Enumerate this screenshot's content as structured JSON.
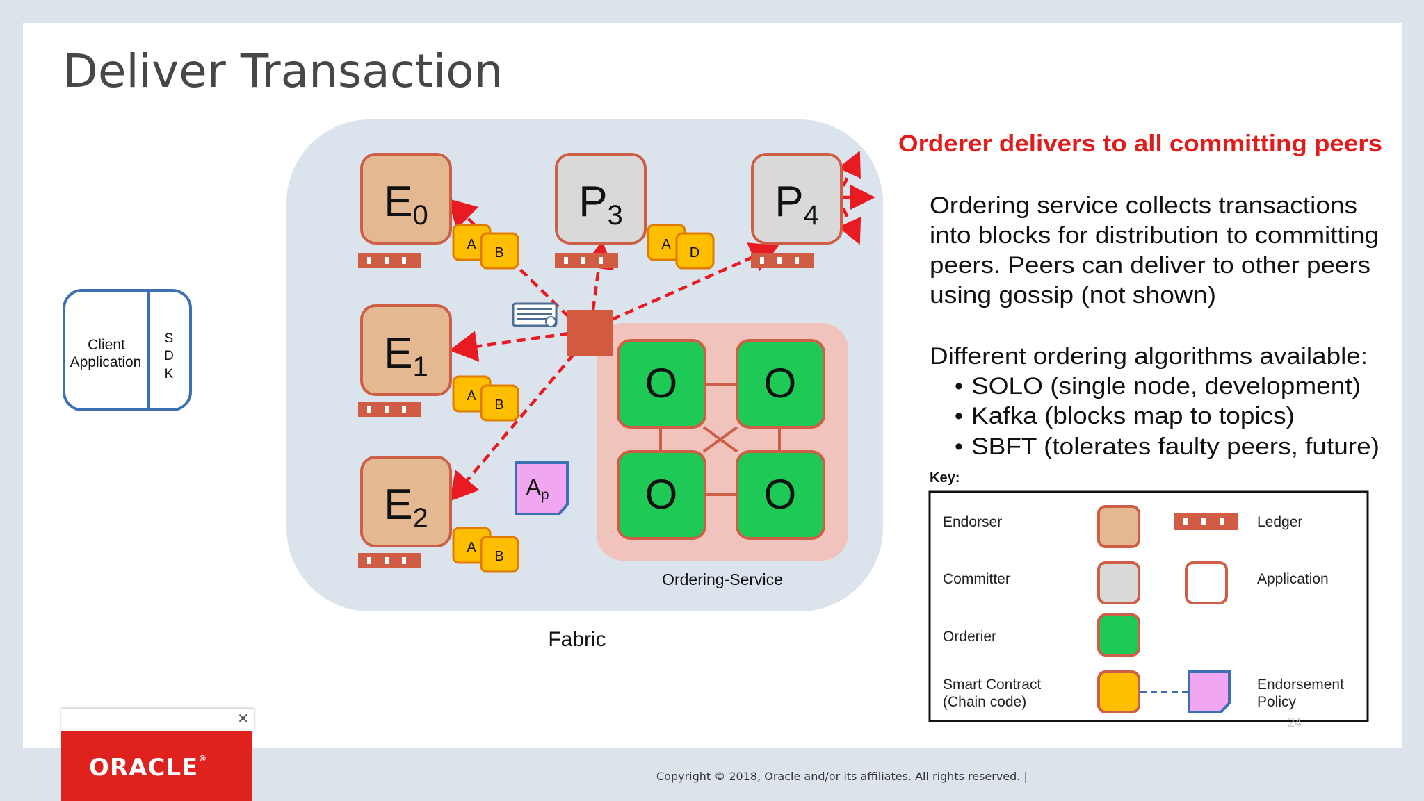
{
  "slide": {
    "title": "Deliver Transaction",
    "footer": "Copyright © 2018, Oracle and/or its affiliates. All rights reserved.  |",
    "page_number": "24",
    "logo": "ORACLE",
    "logo_mark": "®"
  },
  "client": {
    "label_line1": "Client",
    "label_line2": "Application",
    "sdk": [
      "S",
      "D",
      "K"
    ]
  },
  "fabric": {
    "label": "Fabric",
    "ordering_label": "Ordering-Service",
    "orderer_glyph": "O",
    "nodes": {
      "e0": {
        "main": "E",
        "sub": "0"
      },
      "e1": {
        "main": "E",
        "sub": "1"
      },
      "e2": {
        "main": "E",
        "sub": "2"
      },
      "p3": {
        "main": "P",
        "sub": "3"
      },
      "p4": {
        "main": "P",
        "sub": "4"
      }
    },
    "chaincodes": {
      "e0": [
        "A",
        "B"
      ],
      "e1": [
        "A",
        "B"
      ],
      "e2": [
        "A",
        "B"
      ],
      "p3": [
        "A",
        "D"
      ]
    },
    "policy": {
      "main": "A",
      "sub": "p"
    }
  },
  "explanation": {
    "heading": "Orderer delivers to all committing peers",
    "para1": [
      "Ordering service collects transactions",
      "into blocks for distribution to committing",
      "peers.  Peers can deliver to other peers",
      "using gossip (not shown)"
    ],
    "para2": "Different ordering algorithms available:",
    "bullets": [
      "SOLO (single node, development)",
      "Kafka (blocks map to topics)",
      "SBFT (tolerates faulty peers, future)"
    ]
  },
  "key": {
    "title": "Key:",
    "endorser": "Endorser",
    "ledger": "Ledger",
    "committer": "Committer",
    "application": "Application",
    "orderer": "Orderier",
    "smart_contract_line1": "Smart Contract",
    "smart_contract_line2": "(Chain code)",
    "endorsement_line1": "Endorsement",
    "endorsement_line2": "Policy"
  },
  "colors": {
    "endorser_fill": "#e4b992",
    "node_stroke": "#cc5f45",
    "committer_fill": "#d9d9d9",
    "orderer_fill": "#1fc955",
    "chaincode_fill": "#ffbf00",
    "chaincode_stroke": "#e07b00",
    "ledger": "#cf5c43",
    "arrow": "#e81b23",
    "fabric_bg": "#dbe3ec",
    "ordering_bg": "#f0c4bc",
    "client_stroke": "#3d6fb3",
    "policy_fill": "#f0a6f0",
    "heading_red": "#e21b1b",
    "oracle_red": "#e0221f"
  }
}
